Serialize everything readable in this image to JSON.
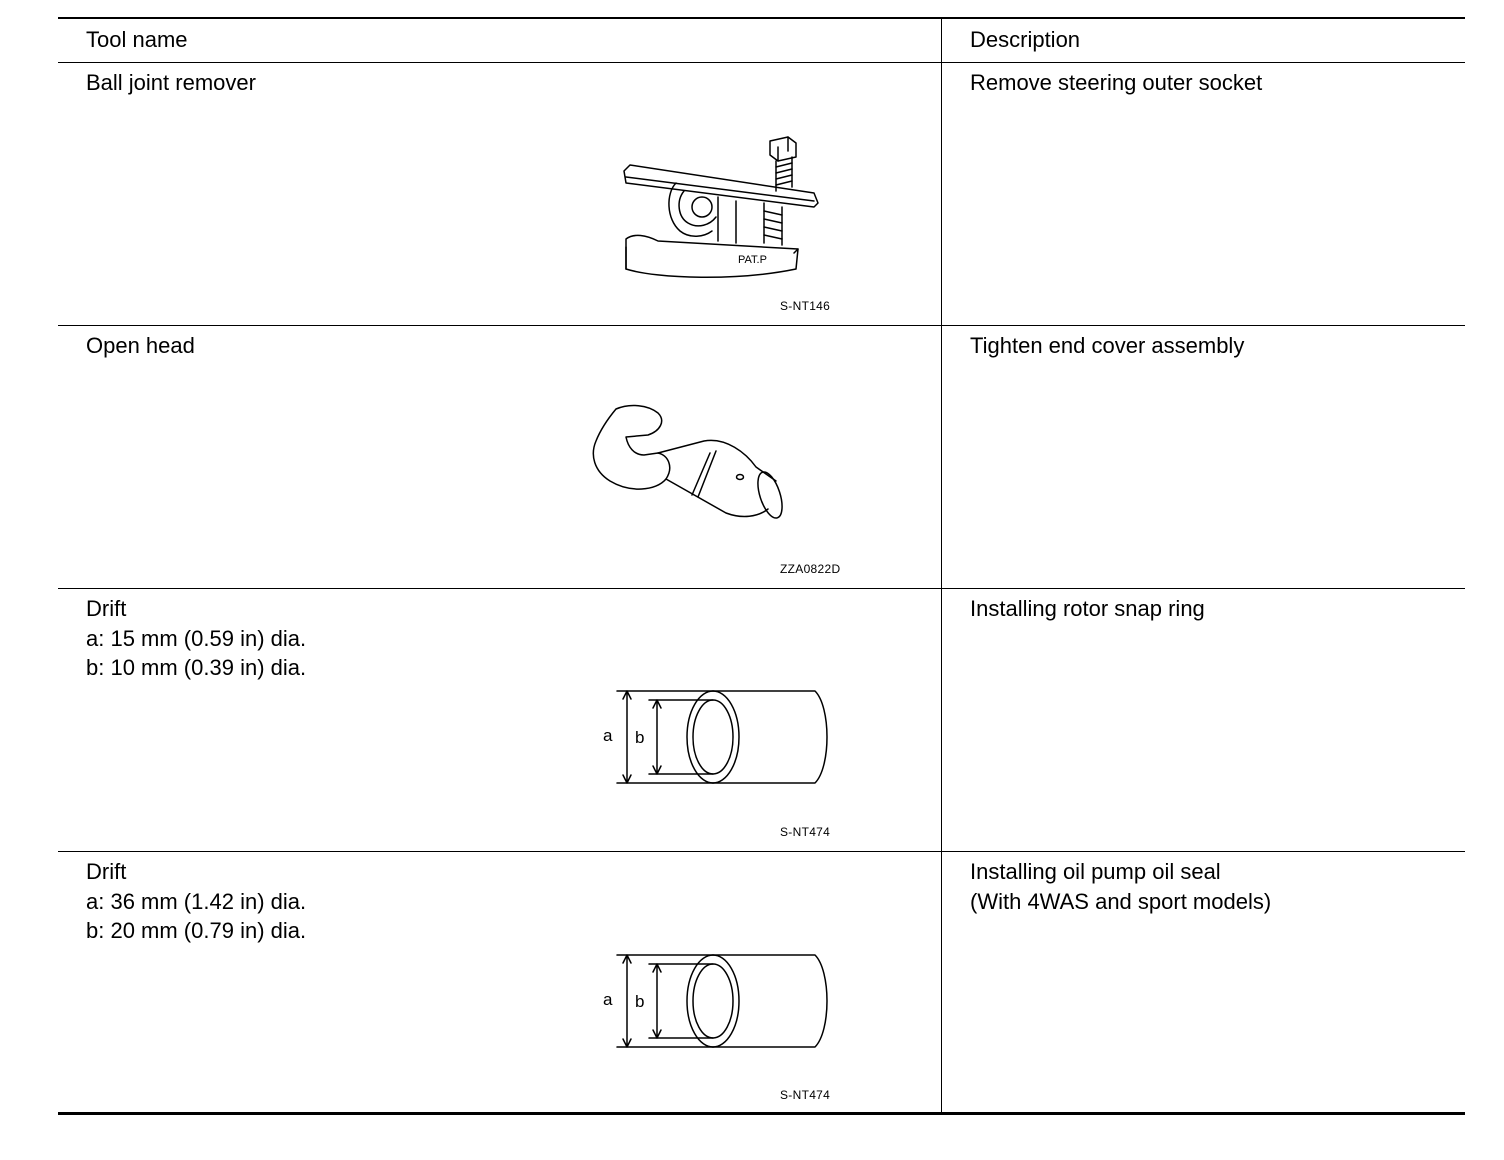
{
  "headers": {
    "tool_name": "Tool name",
    "description": "Description"
  },
  "rows": [
    {
      "tool": "Ball joint remover",
      "description": "Remove steering outer socket",
      "figure_code": "S-NT146",
      "figure_label": "PAT.P",
      "icon": "ball-joint-remover-icon"
    },
    {
      "tool": "Open head",
      "description": "Tighten end cover assembly",
      "figure_code": "ZZA0822D",
      "icon": "open-head-wrench-icon"
    },
    {
      "tool": "Drift\na: 15 mm (0.59 in) dia.\nb: 10 mm (0.39 in) dia.",
      "description": "Installing rotor snap ring",
      "figure_code": "S-NT474",
      "label_a": "a",
      "label_b": "b",
      "icon": "drift-icon"
    },
    {
      "tool": "Drift\na: 36 mm (1.42 in) dia.\nb: 20 mm (0.79 in) dia.",
      "description": "Installing oil pump oil seal\n(With 4WAS and sport models)",
      "figure_code": "S-NT474",
      "label_a": "a",
      "label_b": "b",
      "icon": "drift-icon"
    }
  ]
}
